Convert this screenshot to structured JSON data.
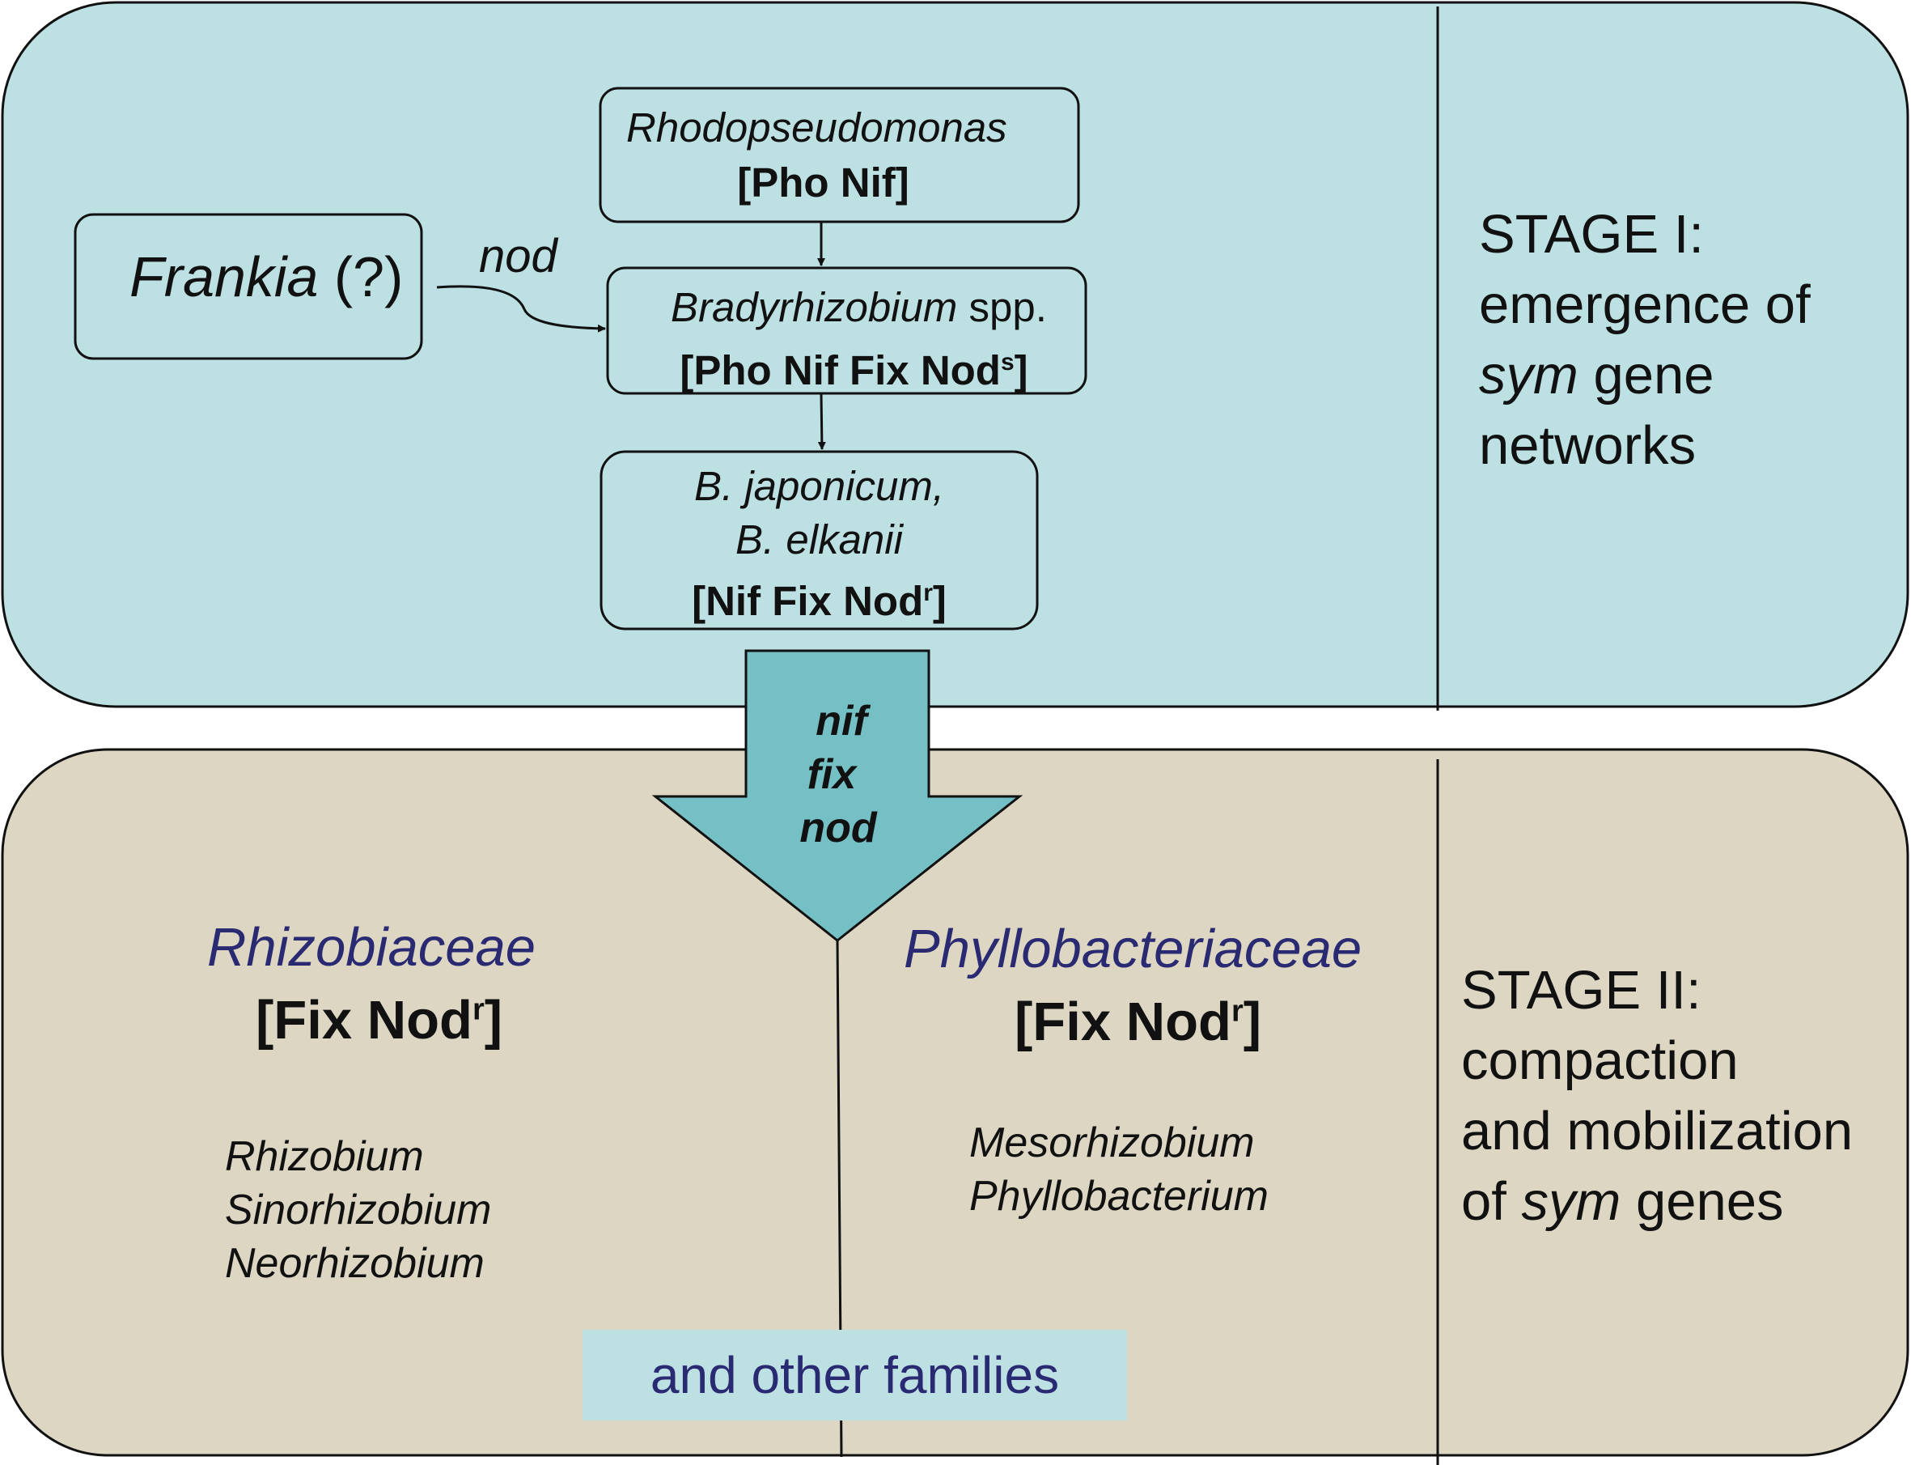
{
  "colors": {
    "stage1_fill": "#bde0e3",
    "stage2_fill": "#dcd6c3",
    "arrow_fill": "#74c0c5",
    "families_label_fill": "#bde0e3",
    "family_text": "#2a2a72"
  },
  "stage1": {
    "frankia": "Frankia",
    "frankia_q": "(?)",
    "nod_label": "nod",
    "rhodo_name": "Rhodopseudomonas",
    "rhodo_traits": "[Pho Nif]",
    "brady_name": "Bradyrhizobium",
    "brady_spp": "spp.",
    "brady_traits": "[Pho Nif Fix Nod",
    "brady_sup": "s",
    "brady_close": "]",
    "japonicum": "B. japonicum,",
    "elkanii": "B. elkanii",
    "jap_traits": "[Nif Fix Nod",
    "jap_sup": "r",
    "jap_close": "]",
    "stage_title": "STAGE I:",
    "stage_line2": "emergence of",
    "stage_sym": "sym",
    "stage_gene": "gene",
    "stage_line4": "networks"
  },
  "transfer_arrow": {
    "line1": "nif",
    "line2": "fix",
    "line3": "nod"
  },
  "stage2": {
    "rhizobiaceae": "Rhizobiaceae",
    "rhizo_traits": "[Fix Nod",
    "rhizo_sup": "r",
    "rhizo_close": "]",
    "rhizo_genera": [
      "Rhizobium",
      "Sinorhizobium",
      "Neorhizobium"
    ],
    "phyllo": "Phyllobacteriaceae",
    "phyllo_traits": "[Fix Nod",
    "phyllo_sup": "r",
    "phyllo_close": "]",
    "phyllo_genera": [
      "Mesorhizobium",
      "Phyllobacterium"
    ],
    "other_families": "and other families",
    "stage_title": "STAGE II:",
    "stage_line2": "compaction",
    "stage_line3": "and mobilization",
    "stage_of": "of",
    "stage_sym": "sym",
    "stage_genes": "genes"
  }
}
